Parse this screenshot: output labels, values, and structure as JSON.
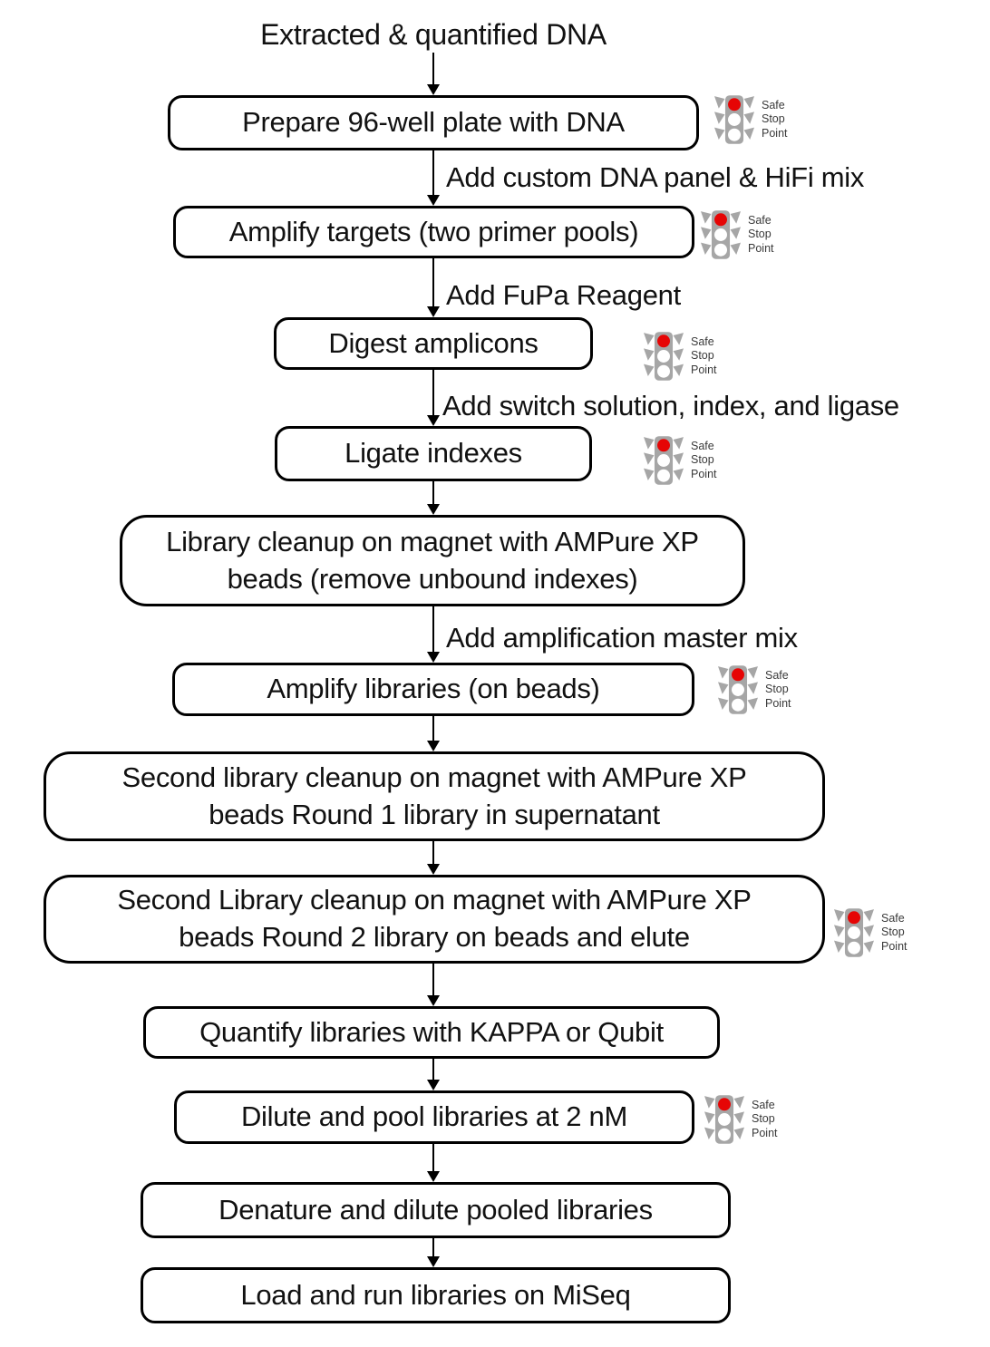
{
  "colors": {
    "box_border": "#000000",
    "box_fill": "#ffffff",
    "traffic_light_gray": "#a6a6a6",
    "traffic_light_red": "#e60505",
    "safe_stop_text": "#3a3a3a"
  },
  "safe_stop_indicator": {
    "line1": "Safe",
    "line2": "Stop",
    "line3": "Point"
  },
  "flow": {
    "start_label": "Extracted & quantified DNA",
    "steps": [
      {
        "label": "Prepare 96-well plate with DNA",
        "safe_stop_point": true,
        "input_label": null
      },
      {
        "label": "Amplify targets (two primer pools)",
        "safe_stop_point": true,
        "input_label": "Add custom DNA panel & HiFi mix"
      },
      {
        "label": "Digest amplicons",
        "safe_stop_point": true,
        "input_label": "Add FuPa Reagent"
      },
      {
        "label": "Ligate indexes",
        "safe_stop_point": true,
        "input_label": "Add switch solution, index, and ligase"
      },
      {
        "label": "Library cleanup on magnet with AMPure XP beads (remove unbound indexes)",
        "safe_stop_point": false,
        "input_label": null
      },
      {
        "label": "Amplify libraries (on beads)",
        "safe_stop_point": true,
        "input_label": "Add amplification master mix"
      },
      {
        "label": "Second library cleanup on magnet with AMPure XP beads Round 1 library in supernatant",
        "safe_stop_point": false,
        "input_label": null
      },
      {
        "label": "Second Library cleanup on magnet with AMPure XP beads Round 2 library on beads and elute",
        "safe_stop_point": true,
        "input_label": null
      },
      {
        "label": "Quantify libraries with KAPPA or Qubit",
        "safe_stop_point": false,
        "input_label": null
      },
      {
        "label": "Dilute and pool libraries at 2 nM",
        "safe_stop_point": true,
        "input_label": null
      },
      {
        "label": "Denature and dilute pooled libraries",
        "safe_stop_point": false,
        "input_label": null
      },
      {
        "label": "Load and run libraries on MiSeq",
        "safe_stop_point": false,
        "input_label": null
      }
    ]
  }
}
